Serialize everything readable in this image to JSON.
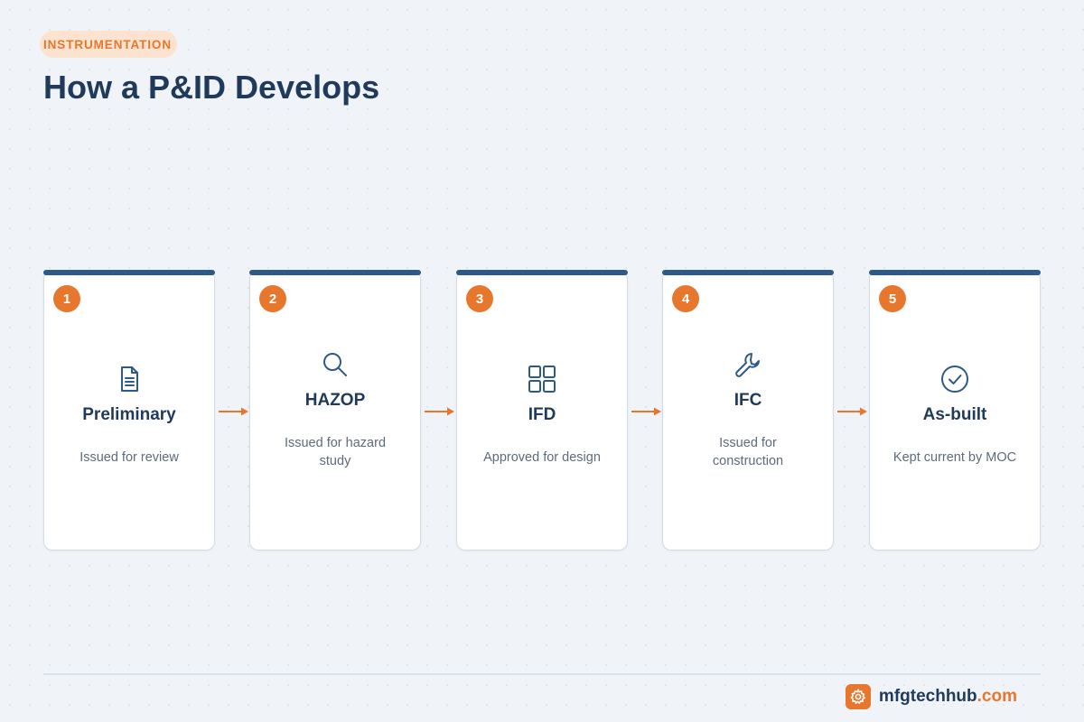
{
  "header": {
    "tag": "INSTRUMENTATION",
    "title": "How a P&ID Develops"
  },
  "steps": [
    {
      "number": "1",
      "title": "Preliminary",
      "description": "Issued for review",
      "icon": "document-icon"
    },
    {
      "number": "2",
      "title": "HAZOP",
      "description": "Issued for hazard study",
      "icon": "search-icon"
    },
    {
      "number": "3",
      "title": "IFD",
      "description": "Approved for design",
      "icon": "grid-icon"
    },
    {
      "number": "4",
      "title": "IFC",
      "description": "Issued for construction",
      "icon": "wrench-icon"
    },
    {
      "number": "5",
      "title": "As-built",
      "description": "Kept current by MOC",
      "icon": "check-circle-icon"
    }
  ],
  "footer": {
    "brand_name": "mfgtechhub",
    "brand_tld": ".com",
    "logo_icon": "gear-icon"
  },
  "colors": {
    "accent": "#e8772e",
    "primary": "#2d5a88",
    "title": "#1f3a5a",
    "background": "#f0f3f7"
  }
}
